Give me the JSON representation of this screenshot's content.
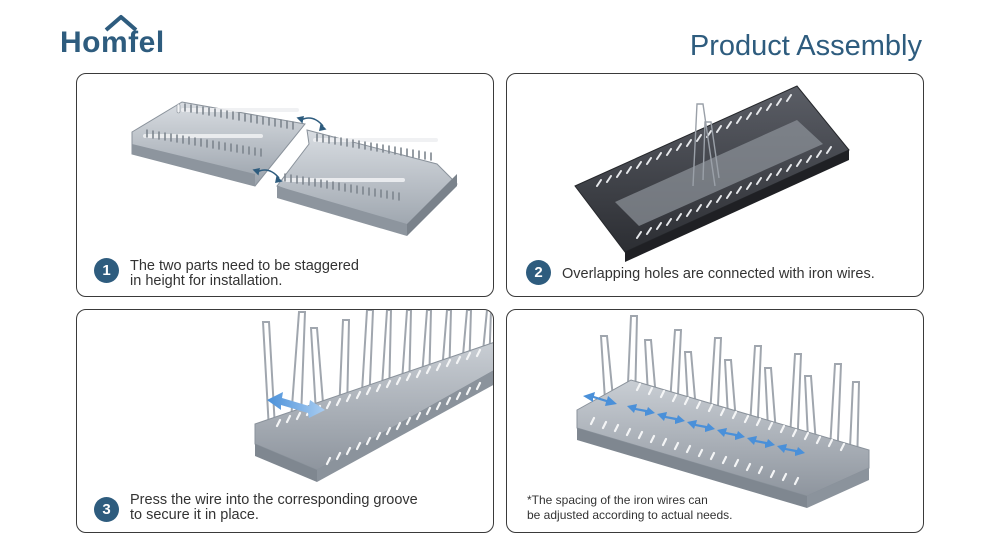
{
  "brand": {
    "logo_text": "Homfel"
  },
  "page": {
    "title": "Product Assembly"
  },
  "panels": [
    {
      "step": "1",
      "caption": "The two parts need to be staggered\nin height for installation."
    },
    {
      "step": "2",
      "caption": "Overlapping holes are connected with iron wires."
    },
    {
      "step": "3",
      "caption": "Press the wire into the corresponding groove\nto secure it in place."
    },
    {
      "note": "*The spacing of the iron wires can\n be adjusted according to actual needs."
    }
  ],
  "colors": {
    "brand": "#2e5c7e",
    "rack_light": "#b8bec6",
    "rack_dark": "#3f4147",
    "arrow_blue": "#4a90d9"
  },
  "icons": [
    "house-roof-icon",
    "double-arrow-icon"
  ]
}
